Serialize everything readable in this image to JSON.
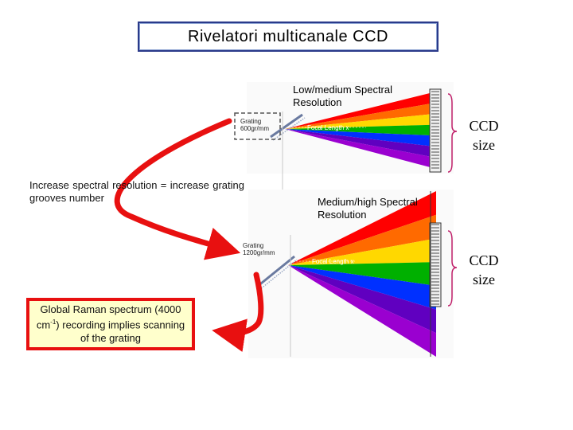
{
  "title": "Rivelatori multicanale CCD",
  "panel_top": {
    "heading_line1": "Low/medium Spectral",
    "heading_line2": "Resolution",
    "grating_line1": "Grating",
    "grating_line2": "600gr/mm",
    "focal_label": "Focal Length x",
    "ccd_line1": "CCD",
    "ccd_line2": "size"
  },
  "panel_bottom": {
    "heading_line1": "Medium/high Spectral",
    "heading_line2": "Resolution",
    "grating_line1": "Grating",
    "grating_line2": "1200gr/mm",
    "focal_label": "Focal Length x",
    "ccd_line1": "CCD",
    "ccd_line2": "size"
  },
  "side_note": "Increase spectral resolution = increase grating grooves number",
  "raman_note_pre": "Global Raman spectrum (4000 cm",
  "raman_note_sup": "-1",
  "raman_note_post": ") recording implies scanning of the grating",
  "colors": {
    "arrow": "#e81010",
    "spectrum": [
      "#ff0000",
      "#ff6a00",
      "#ffd800",
      "#00b000",
      "#0030ff",
      "#6000c0",
      "#9a00d0"
    ],
    "brace": "#c0206a",
    "title_border": "#2a3a8a"
  }
}
